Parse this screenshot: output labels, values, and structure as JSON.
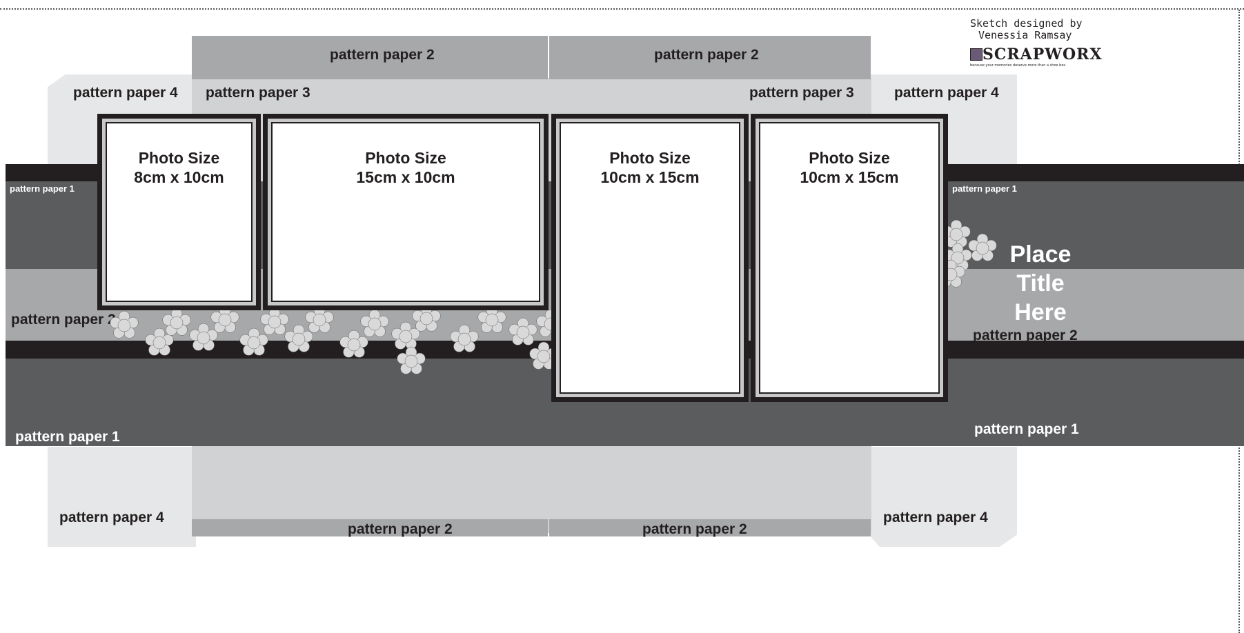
{
  "labels": {
    "pp2_top_left": "pattern paper 2",
    "pp2_top_right": "pattern paper 2",
    "pp4_top_left": "pattern paper 4",
    "pp3_left": "pattern paper 3",
    "pp3_right": "pattern paper 3",
    "pp4_top_right": "pattern paper 4",
    "pp1_left_small": "pattern paper 1",
    "pp1_right_small": "pattern paper 1",
    "pp2_left_band": "pattern paper 2",
    "pp2_right_band": "pattern paper 2",
    "pp1_left_large": "pattern paper 1",
    "pp1_right_large": "pattern paper 1",
    "pp4_bottom_left": "pattern paper 4",
    "pp4_bottom_right": "pattern paper 4",
    "pp2_bottom_left": "pattern paper 2",
    "pp2_bottom_right": "pattern paper 2"
  },
  "photos": [
    {
      "title": "Photo Size",
      "size": "8cm x 10cm"
    },
    {
      "title": "Photo Size",
      "size": "15cm x 10cm"
    },
    {
      "title": "Photo Size",
      "size": "10cm x 15cm"
    },
    {
      "title": "Photo Size",
      "size": "10cm x 15cm"
    }
  ],
  "title_block": {
    "line1": "Place",
    "line2": "Title",
    "line3": "Here"
  },
  "credit": {
    "line1": "Sketch designed by",
    "line2": "Venessia Ramsay",
    "brand": "SCRAPWORX",
    "tagline": "because your memories deserve more than a shoe box"
  },
  "icons": [
    "flower-icon"
  ],
  "colors": {
    "dark": "#5b5c5e",
    "black": "#231f20",
    "mid": "#a7a8aa",
    "light": "#d1d2d4",
    "lighter": "#e6e7e8",
    "flower": "#d9d9d9"
  }
}
